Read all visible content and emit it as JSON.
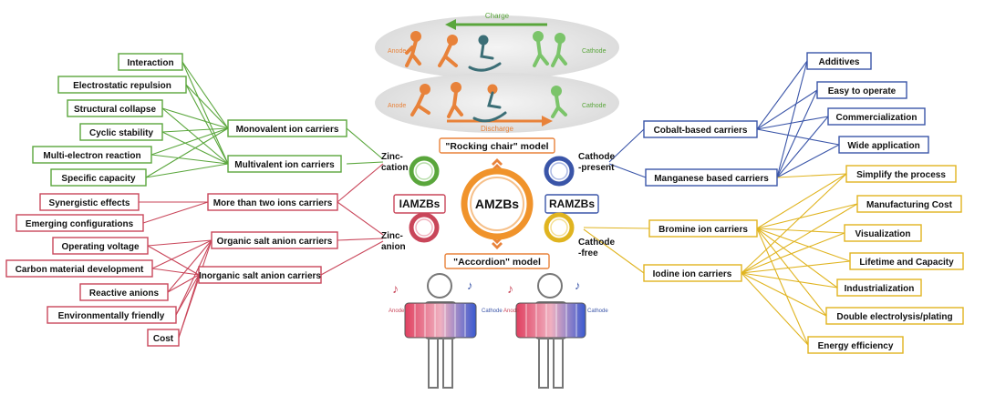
{
  "colors": {
    "green": "#5aa63c",
    "red": "#c9465a",
    "blue": "#3a55a8",
    "yellow": "#e0b420",
    "orange": "#e8823a",
    "center_ring": "#f0932b"
  },
  "center": {
    "label": "AMZBs"
  },
  "side_labels": {
    "left": "IAMZBs",
    "right": "RAMZBs"
  },
  "models": {
    "top": "\"Rocking chair\" model",
    "bottom": "\"Accordion\" model"
  },
  "cartoons": {
    "charge": {
      "title": "Charge",
      "left": "Anode",
      "right": "Cathode"
    },
    "discharge": {
      "title": "Discharge",
      "left": "Anode",
      "right": "Cathode"
    },
    "accordion_left": {
      "left": "Anode",
      "right": "Cathode"
    },
    "accordion_right": {
      "left": "Anode",
      "right": "Cathode"
    }
  },
  "hubs": {
    "zinc_cation": [
      "Zinc-",
      "cation"
    ],
    "zinc_anion": [
      "Zinc-",
      "anion"
    ],
    "cathode_present": [
      "Cathode",
      "-present"
    ],
    "cathode_free": [
      "Cathode",
      "-free"
    ]
  },
  "left_groups": {
    "monovalent": "Monovalent ion carriers",
    "multivalent": "Multivalent ion carriers",
    "more_than_two": "More than two ions carriers",
    "organic_salt": "Organic salt anion carriers",
    "inorganic_salt": "Inorganic salt anion carriers"
  },
  "left_items": {
    "interaction": "Interaction",
    "electrostatic": "Electrostatic repulsion",
    "structural": "Structural collapse",
    "cyclic": "Cyclic stability",
    "multi_electron": "Multi-electron reaction",
    "specific_capacity": "Specific capacity",
    "synergistic": "Synergistic effects",
    "emerging": "Emerging configurations",
    "operating_voltage": "Operating voltage",
    "carbon_material": "Carbon material development",
    "reactive_anions": "Reactive anions",
    "environment": "Environmentally friendly",
    "cost": "Cost"
  },
  "right_groups": {
    "cobalt": "Cobalt-based carriers",
    "manganese": "Manganese based carriers",
    "bromine": "Bromine ion carriers",
    "iodine": "Iodine ion carriers"
  },
  "right_items": {
    "additives": "Additives",
    "easy": "Easy to operate",
    "commercialization": "Commercialization",
    "wide": "Wide application",
    "simplify": "Simplify the process",
    "manufacturing": "Manufacturing Cost",
    "visualization": "Visualization",
    "lifetime": "Lifetime and Capacity",
    "industrialization": "Industrialization",
    "double": "Double electrolysis/plating",
    "energy": "Energy efficiency"
  }
}
